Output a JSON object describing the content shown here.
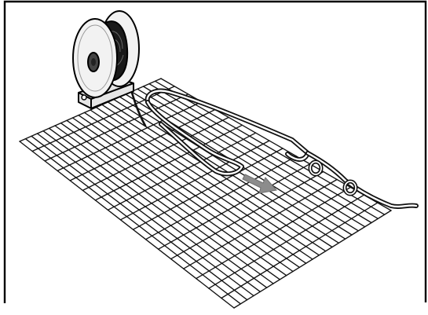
{
  "figure": {
    "frame_color": "#000000",
    "background_color": "#ffffff",
    "mesh": {
      "rows": 17,
      "columns": 24,
      "line_color": "#111111"
    },
    "reel": {
      "flange_color": "#f2f2f2",
      "hub_color": "#444444",
      "coil_color": "#1a1a1a",
      "stand_color": "#e6e6e6"
    },
    "cable": {
      "color": "#111111",
      "loops": 2
    },
    "direction_arrow": {
      "color": "#8c8c8c"
    }
  }
}
